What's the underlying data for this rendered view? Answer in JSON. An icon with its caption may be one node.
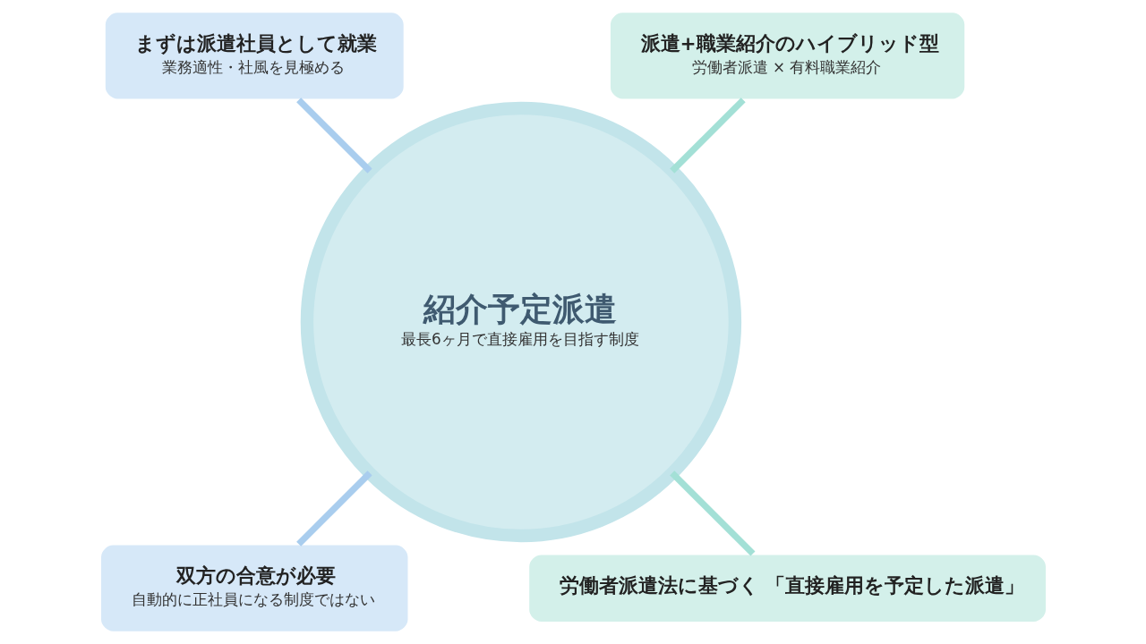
{
  "diagram": {
    "nodes": [
      {
        "text": [
          "紹介予定派遣",
          "最長6ヶ月で直接雇用を目指す制度"
        ]
      },
      {
        "text": [
          "まずは派遣社員として就業",
          "業務適性・社風を見極める"
        ]
      },
      {
        "text": [
          "派遣+職業紹介のハイブリッド型",
          "労働者派遣 × 有料職業紹介"
        ]
      },
      {
        "text": [
          "双方の合意が必要",
          "自動的に正社員になる制度ではない"
        ]
      },
      {
        "text": [
          "労働者派遣法に基づく 「直接雇用を予定した派遣」"
        ]
      }
    ],
    "edges": [
      {
        "from": 0,
        "to": 1,
        "arrow": "none",
        "color": "#a9cdee"
      },
      {
        "from": 0,
        "to": 2,
        "arrow": "none",
        "color": "#a3e0d6"
      },
      {
        "from": 0,
        "to": 3,
        "arrow": "none",
        "color": "#a9cdee"
      },
      {
        "from": 0,
        "to": 4,
        "arrow": "none",
        "color": "#a3e0d6"
      }
    ]
  }
}
